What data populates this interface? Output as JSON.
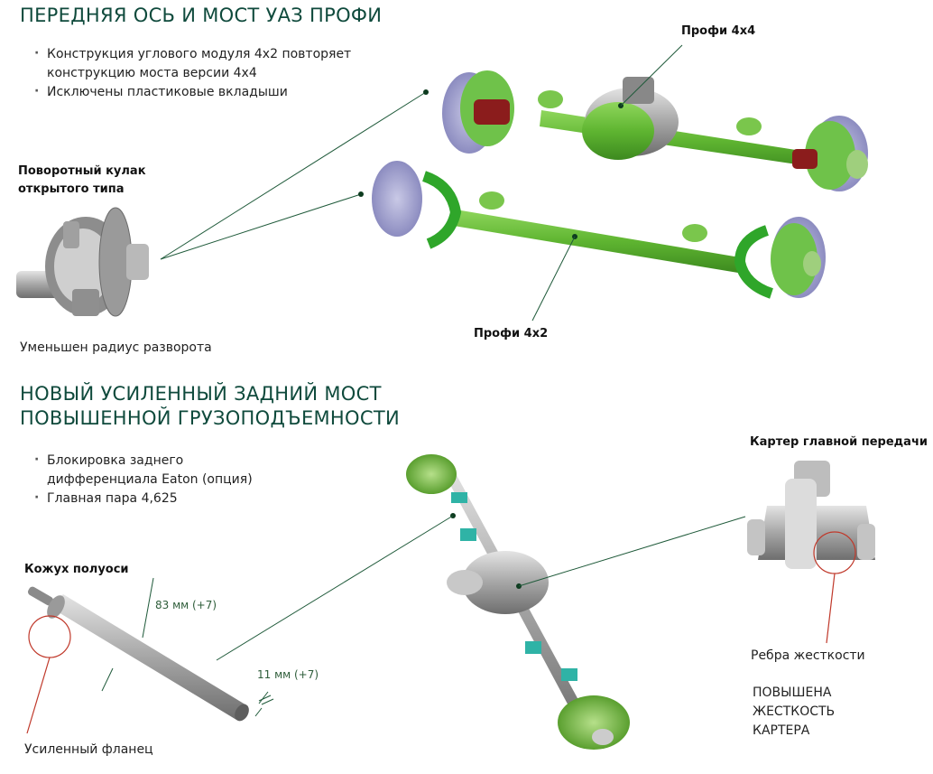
{
  "section_front": {
    "title": "ПЕРЕДНЯЯ ОСЬ И МОСТ УАЗ ПРОФИ",
    "bullets": [
      "Конструкция углового модуля 4x2 повторяет конструкцию моста версии 4x4",
      "Исключены пластиковые вкладыши"
    ],
    "knuckle_label_line1": "Поворотный кулак",
    "knuckle_label_line2": "открытого типа",
    "knuckle_caption": "Уменьшен радиус разворота",
    "axle_4x4_label": "Профи 4x4",
    "axle_4x2_label": "Профи 4x2"
  },
  "section_rear": {
    "title_line1": "НОВЫЙ УСИЛЕННЫЙ ЗАДНИЙ МОСТ",
    "title_line2": "ПОВЫШЕННОЙ ГРУЗОПОДЪЕМНОСТИ",
    "bullets": [
      "Блокировка заднего дифференциала Eaton (опция)",
      "Главная пара 4,625"
    ],
    "housing_tube_label": "Кожух полуоси",
    "dim_diameter": "83 мм (+7)",
    "dim_wall": "11 мм (+7)",
    "flange_caption": "Усиленный фланец",
    "carrier_label": "Картер главной передачи",
    "ribs_caption": "Ребра жесткости",
    "stiffness_line1": "ПОВЫШЕНА",
    "stiffness_line2": "ЖЕСТКОСТЬ",
    "stiffness_line3": "КАРТЕРА"
  },
  "colors": {
    "heading": "#0f4a3c",
    "leader": "#1f5a3a",
    "axle_green": "#6abf3a",
    "highlight_red": "#c0392b",
    "metal": "#a8a8a8",
    "bracket_blue": "#8aa6d6",
    "bracket_teal": "#2fb3a6"
  }
}
